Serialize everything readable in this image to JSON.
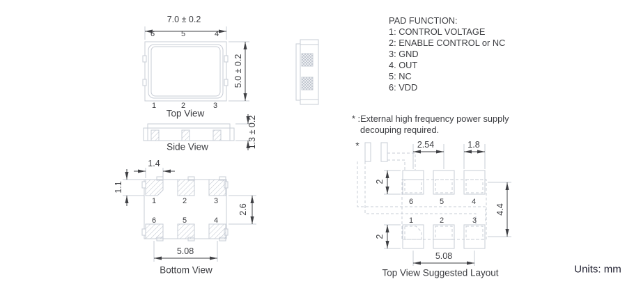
{
  "pad_function": {
    "title": "PAD FUNCTION:",
    "items": [
      "1: CONTROL VOLTAGE",
      "2: ENABLE CONTROL or NC",
      "3: GND",
      "4. OUT",
      "5: NC",
      "6: VDD"
    ]
  },
  "note": {
    "line1": "* :External high frequency power supply",
    "line2": "decouping required."
  },
  "top_view": {
    "label": "Top View",
    "width_dim": "7.0 ± 0.2",
    "height_dim": "5.0 ± 0.2",
    "pins_top": [
      "6",
      "5",
      "4"
    ],
    "pins_bottom": [
      "1",
      "2",
      "3"
    ]
  },
  "side_view": {
    "label": "Side View",
    "height_dim": "1.3 ± 0.2"
  },
  "bottom_view": {
    "label": "Bottom View",
    "pad_width_dim": "1.4",
    "pad_height_dim": "1.1",
    "row_gap_dim": "2.6",
    "pitch_dim": "5.08",
    "pins_row1": [
      "1",
      "2",
      "3"
    ],
    "pins_row2": [
      "6",
      "5",
      "4"
    ]
  },
  "layout": {
    "label": "Top View Suggested Layout",
    "star": "*",
    "col_pitch_dim": "2.54",
    "pad_width_dim": "1.8",
    "pad_height_top_dim": "2",
    "pad_height_bottom_dim": "2",
    "row_pitch_dim": "4.4",
    "outer_pitch_dim": "5.08",
    "pins_row1": [
      "6",
      "5",
      "4"
    ],
    "pins_row2": [
      "1",
      "2",
      "3"
    ]
  },
  "units_label": "Units: mm",
  "colors": {
    "line": "#c7ccd5",
    "dim": "#3f4044",
    "text": "#3b3c40",
    "units_text": "#1e1e2e",
    "hatch": "#bcc2cc"
  }
}
